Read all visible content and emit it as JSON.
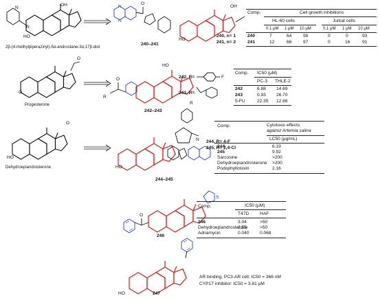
{
  "row1": {
    "start_label": "2β-(4-methylpiperazinyl)-5α-androstane-3α,17β-diol",
    "compound_label": "240–241",
    "n1": "240, n= 1",
    "n2": "241, n= 2",
    "table": {
      "comp_header": "Comp.",
      "group_header": "Cell growth inhibitions",
      "sub1": "HL-60 cells",
      "sub2": "Jurkat cells",
      "conc": [
        "0.1 μM",
        "1 μM",
        "10 μM",
        "0.1 μM",
        "1 μM",
        "10 μM"
      ],
      "rows": [
        {
          "comp": "240",
          "v": [
            "7",
            "64",
            "98",
            "0",
            "0",
            "93"
          ]
        },
        {
          "comp": "241",
          "v": [
            "12",
            "68",
            "97",
            "0",
            "16",
            "91"
          ]
        }
      ]
    }
  },
  "row2": {
    "start_label": "Progesterone",
    "compound_label": "242–243",
    "r1": "242, R=",
    "r2": "243, R=",
    "f_label": "F",
    "table": {
      "comp_header": "Comp.",
      "group_header": "IC50 (μM)",
      "cols": [
        "PC-3",
        "THLE-2"
      ],
      "rows": [
        {
          "comp": "242",
          "v": [
            "6.88",
            "14.69"
          ]
        },
        {
          "comp": "243",
          "v": [
            "0.93",
            "26.70"
          ]
        },
        {
          "comp": "5-FU",
          "v": [
            "22.35",
            "12.86"
          ]
        }
      ]
    }
  },
  "row3": {
    "start_label": "Dehydroepiandrosterone",
    "compound_label": "244–245",
    "r1": "244, R= 4-F",
    "r2": "245, R= 2,4-Cl",
    "table": {
      "comp_header": "Comp.",
      "group_header_1": "Cytotoxic effects",
      "group_header_2": "against Artemia salina",
      "col": "LC50 (μg/mL)",
      "rows": [
        {
          "comp": "244",
          "v": "6.19"
        },
        {
          "comp": "245",
          "v": "9.92"
        },
        {
          "comp": "Sarcosine",
          "v": ">200"
        },
        {
          "comp": "Dehydroepiandrosterone",
          "v": ">200"
        },
        {
          "comp": "Podophyllotoxin",
          "v": "2.16"
        }
      ]
    }
  },
  "row4": {
    "compound_label": "246",
    "table": {
      "comp_header": "Comp.",
      "group_header": "IC50 (μM)",
      "cols": [
        "T47D",
        "HAF"
      ],
      "rows": [
        {
          "comp": "246",
          "v": [
            "3.04",
            ">50"
          ]
        },
        {
          "comp": "Dehydroepiandrosterone",
          "v": [
            "2.55",
            ">50"
          ]
        },
        {
          "comp": "Adriamycin",
          "v": [
            "0.040",
            "0.068"
          ]
        }
      ]
    }
  },
  "row5": {
    "compound_label": "247",
    "note1": "AR binding, PC3-AR cell: IC50 = 366 nM",
    "note2": "CYP17 inhibitor: IC50 = 3.81 μM"
  },
  "atoms": {
    "N": "N",
    "O": "O",
    "H": "H",
    "HO": "HO",
    "OH": "OH",
    "S": "S",
    "R": "R"
  }
}
